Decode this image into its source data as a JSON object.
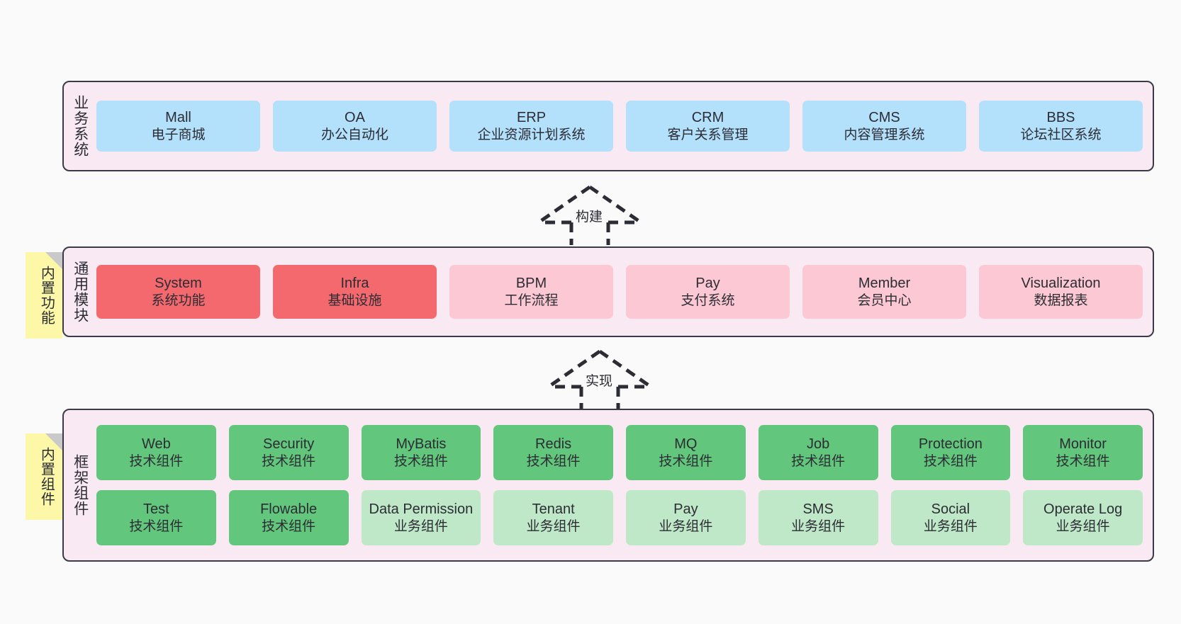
{
  "diagram": {
    "background_color": "#fafafa",
    "panel_color": "#f8e9f3",
    "note_color": "#fcf8a8",
    "border_color": "#3b3b47"
  },
  "layers": [
    {
      "id": "business-system",
      "title": "业务系统",
      "note": null,
      "rows": [
        {
          "style": "blue",
          "cards": [
            {
              "t1": "Mall",
              "t2": "电子商城"
            },
            {
              "t1": "OA",
              "t2": "办公自动化"
            },
            {
              "t1": "ERP",
              "t2": "企业资源计划系统"
            },
            {
              "t1": "CRM",
              "t2": "客户关系管理"
            },
            {
              "t1": "CMS",
              "t2": "内容管理系统"
            },
            {
              "t1": "BBS",
              "t2": "论坛社区系统"
            }
          ]
        }
      ]
    },
    {
      "id": "common-module",
      "title": "通用模块",
      "note": "内置功能",
      "rows": [
        {
          "style": "mixed",
          "cards": [
            {
              "t1": "System",
              "t2": "系统功能",
              "color": "red"
            },
            {
              "t1": "Infra",
              "t2": "基础设施",
              "color": "red"
            },
            {
              "t1": "BPM",
              "t2": "工作流程",
              "color": "pink"
            },
            {
              "t1": "Pay",
              "t2": "支付系统",
              "color": "pink"
            },
            {
              "t1": "Member",
              "t2": "会员中心",
              "color": "pink"
            },
            {
              "t1": "Visualization",
              "t2": "数据报表",
              "color": "pink"
            }
          ]
        }
      ]
    },
    {
      "id": "framework-component",
      "title": "框架组件",
      "note": "内置组件",
      "rows": [
        {
          "style": "green",
          "cards": [
            {
              "t1": "Web",
              "t2": "技术组件",
              "color": "green"
            },
            {
              "t1": "Security",
              "t2": "技术组件",
              "color": "green"
            },
            {
              "t1": "MyBatis",
              "t2": "技术组件",
              "color": "green"
            },
            {
              "t1": "Redis",
              "t2": "技术组件",
              "color": "green"
            },
            {
              "t1": "MQ",
              "t2": "技术组件",
              "color": "green"
            },
            {
              "t1": "Job",
              "t2": "技术组件",
              "color": "green"
            },
            {
              "t1": "Protection",
              "t2": "技术组件",
              "color": "green"
            },
            {
              "t1": "Monitor",
              "t2": "技术组件",
              "color": "green"
            }
          ]
        },
        {
          "style": "green",
          "cards": [
            {
              "t1": "Test",
              "t2": "技术组件",
              "color": "green"
            },
            {
              "t1": "Flowable",
              "t2": "技术组件",
              "color": "green"
            },
            {
              "t1": "Data Permission",
              "t2": "业务组件",
              "color": "lightgreen"
            },
            {
              "t1": "Tenant",
              "t2": "业务组件",
              "color": "lightgreen"
            },
            {
              "t1": "Pay",
              "t2": "业务组件",
              "color": "lightgreen"
            },
            {
              "t1": "SMS",
              "t2": "业务组件",
              "color": "lightgreen"
            },
            {
              "t1": "Social",
              "t2": "业务组件",
              "color": "lightgreen"
            },
            {
              "t1": "Operate Log",
              "t2": "业务组件",
              "color": "lightgreen"
            }
          ]
        }
      ]
    }
  ],
  "connectors": [
    {
      "id": "build",
      "label": "构建"
    },
    {
      "id": "implement",
      "label": "实现"
    }
  ]
}
